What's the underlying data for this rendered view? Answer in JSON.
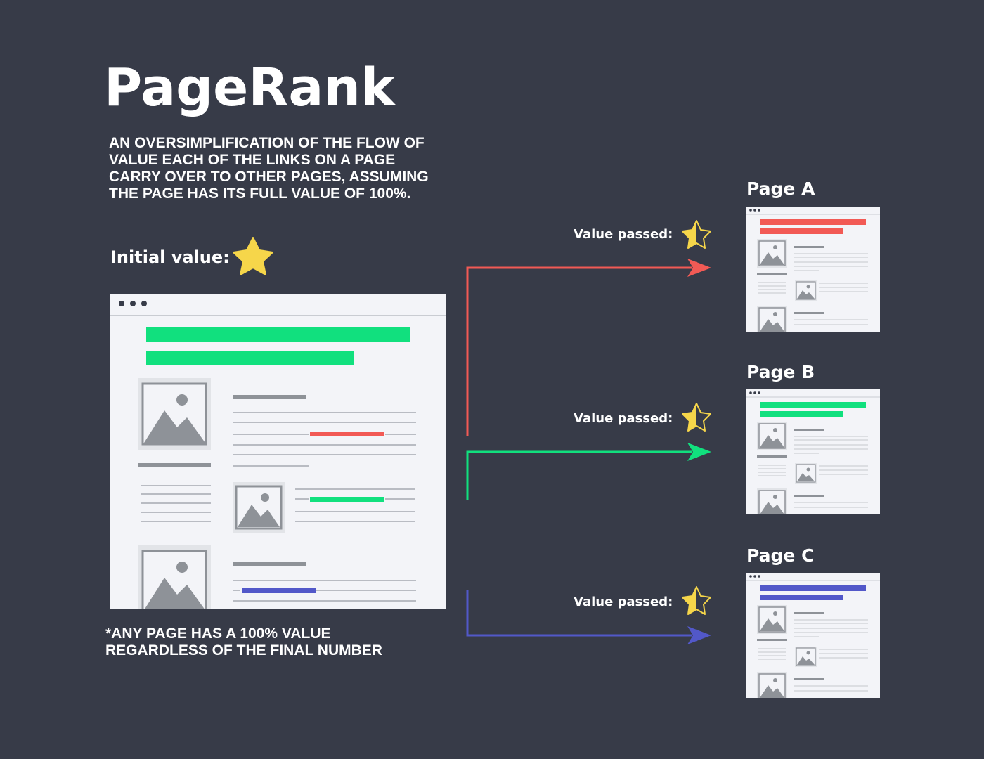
{
  "title": "PageRank",
  "subtitle": "AN OVERSIMPLIFICATION OF THE FLOW OF VALUE EACH OF THE LINKS ON A PAGE CARRY OVER TO OTHER PAGES, ASSUMING THE PAGE HAS ITS FULL VALUE OF 100%.",
  "initial_label": "Initial value:",
  "initial_icon": "star-icon",
  "footnote_lines": [
    "*ANY PAGE HAS A 100% VALUE",
    "REGARDLESS OF THE FINAL NUMBER"
  ],
  "colors": {
    "background": "#373b48",
    "page_bg": "#f3f4f8",
    "gray": "#8e9298",
    "red": "#f25a55",
    "green": "#11e07e",
    "blue": "#5258c9",
    "star": "#f6d64a"
  },
  "targets": [
    {
      "label": "Page A",
      "passed_label": "Value passed:",
      "color": "red",
      "icon": "partial-star-icon"
    },
    {
      "label": "Page B",
      "passed_label": "Value passed:",
      "color": "green",
      "icon": "partial-star-icon"
    },
    {
      "label": "Page C",
      "passed_label": "Value passed:",
      "color": "blue",
      "icon": "partial-star-icon"
    }
  ]
}
